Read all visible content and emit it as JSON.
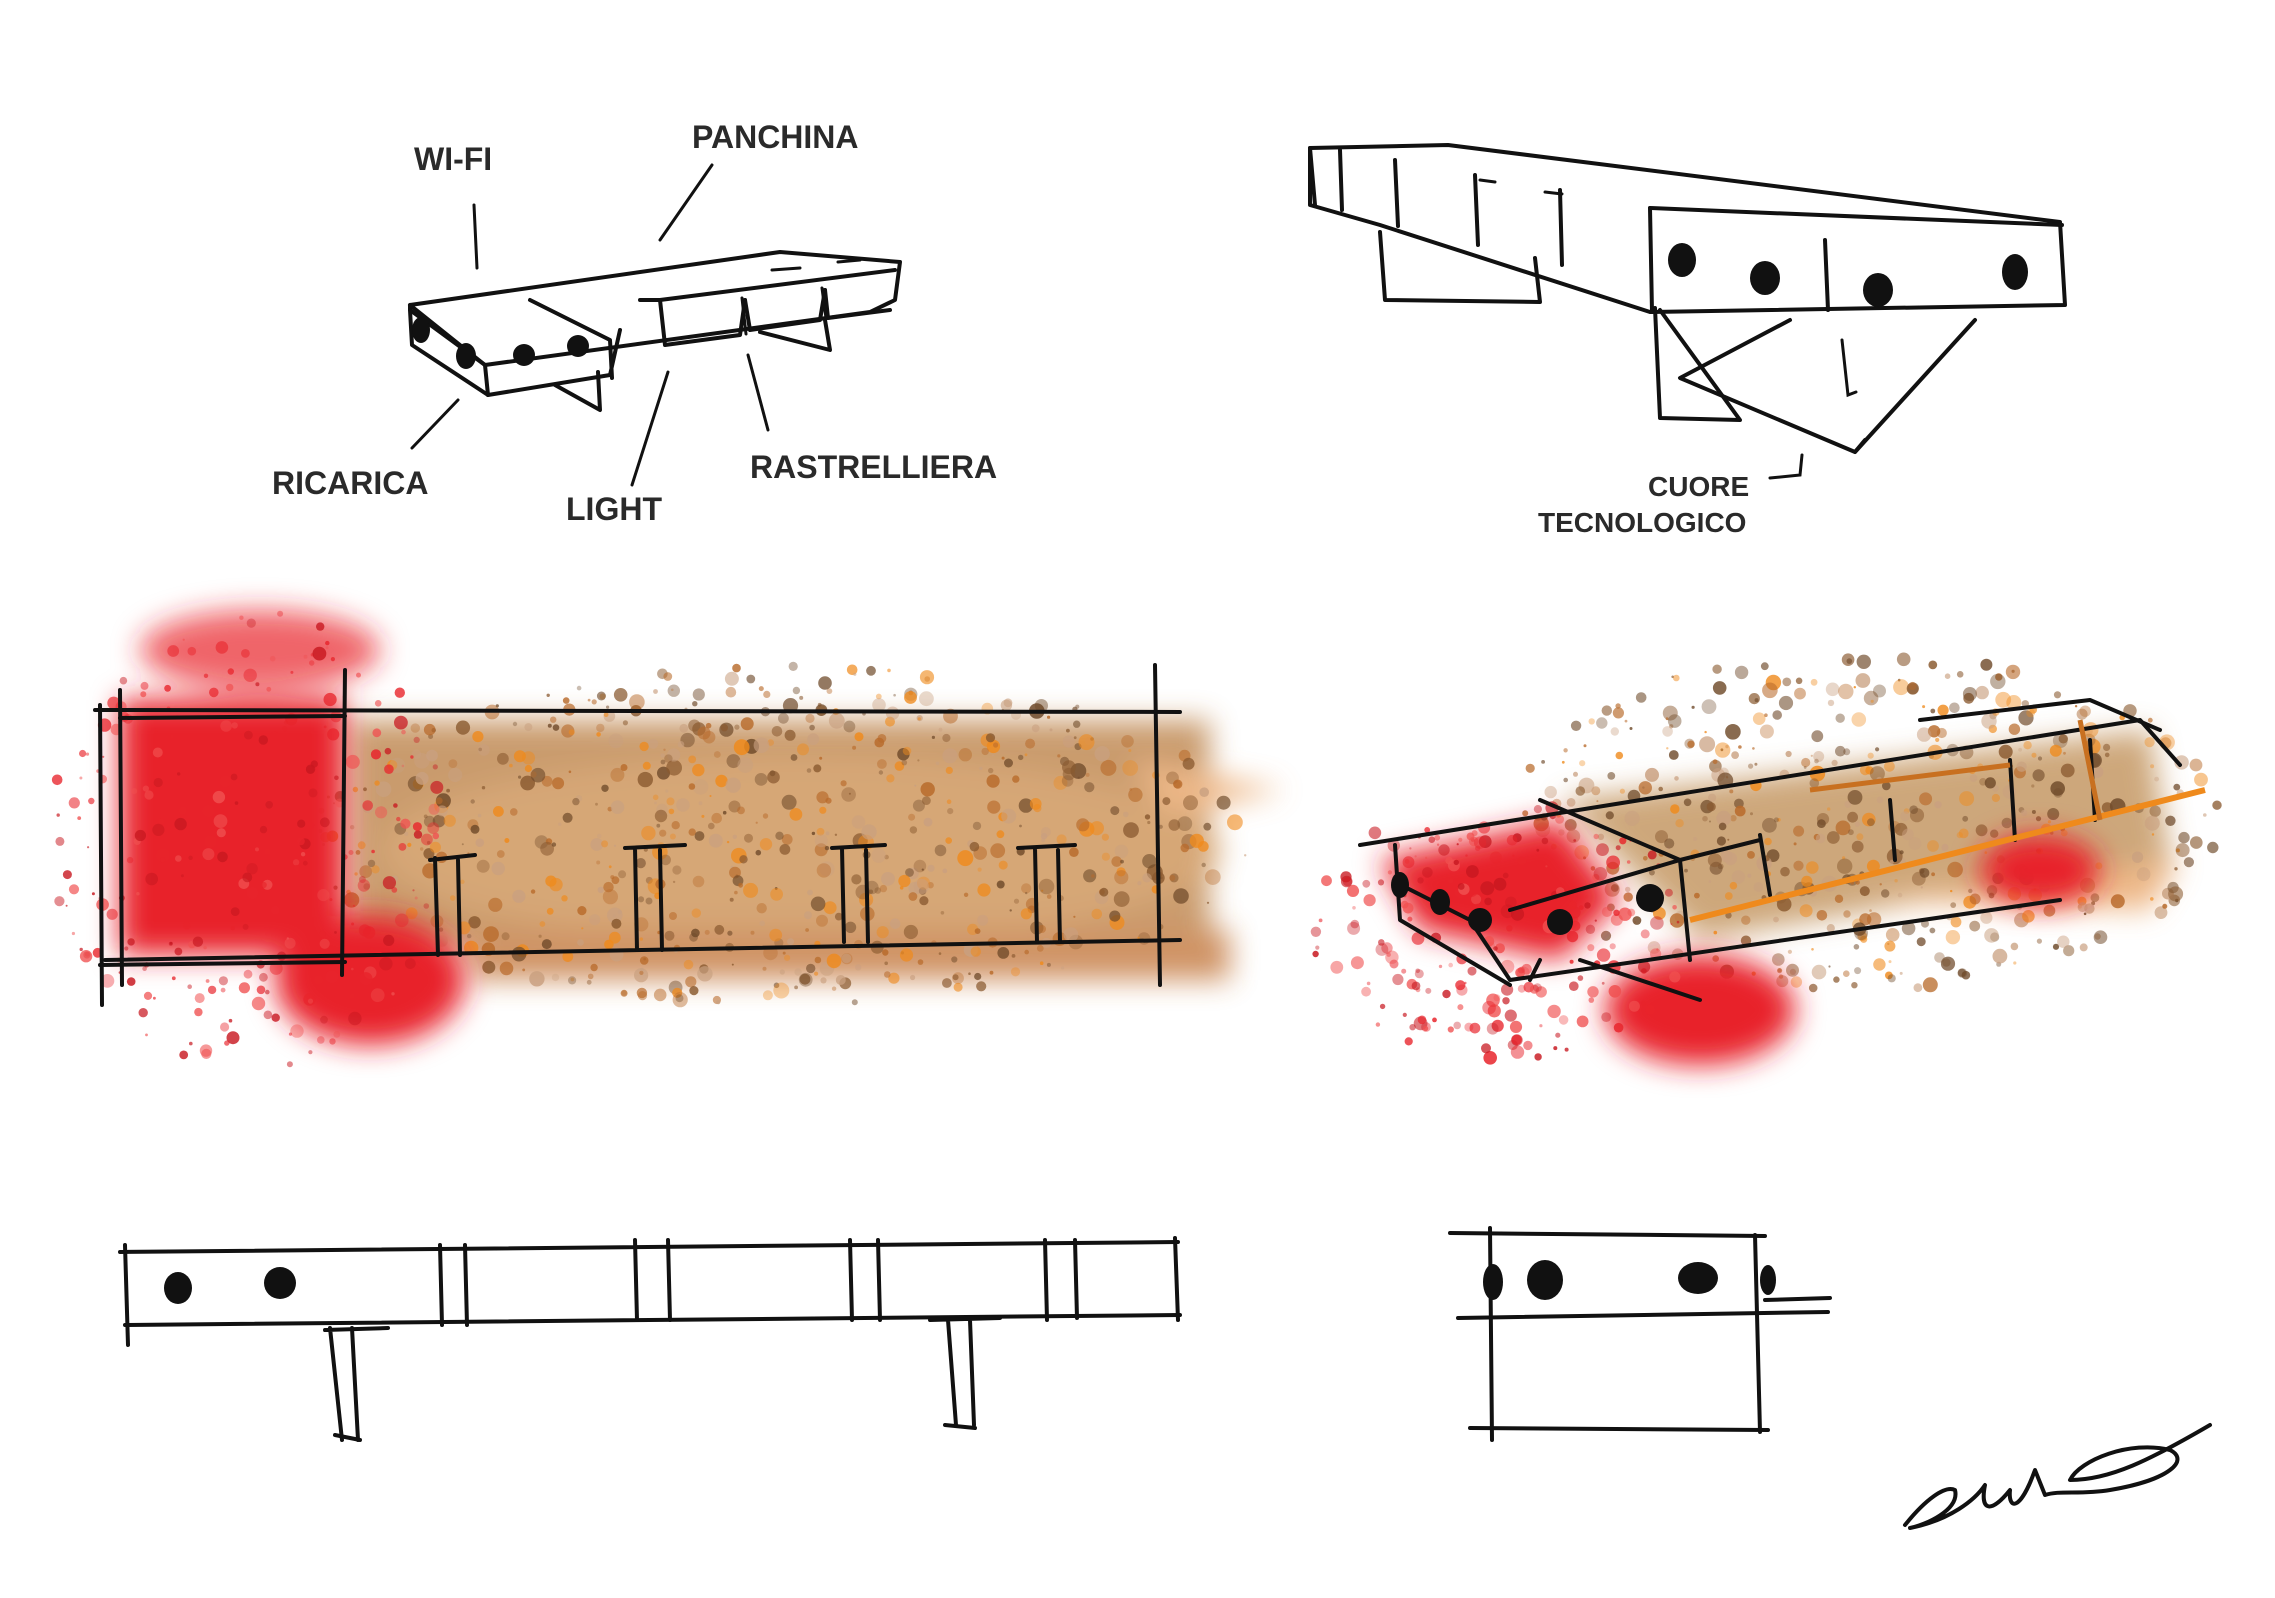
{
  "colors": {
    "accent_red": "#e8242b",
    "rust": "#b86a2a",
    "orange": "#ef8a1c",
    "ink": "#111111"
  },
  "labels": {
    "wifi": "WI-FI",
    "panchina": "PANCHINA",
    "ricarica": "RICARICA",
    "light": "LIGHT",
    "rastrelliera": "RASTRELLIERA",
    "cuore_line1": "CUORE",
    "cuore_line2": "TECNOLOGICO"
  }
}
